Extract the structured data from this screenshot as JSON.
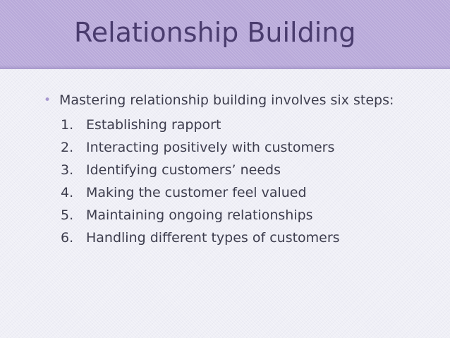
{
  "slide": {
    "title": "Relationship Building",
    "bullet": {
      "text": "Mastering relationship building involves six steps:"
    },
    "steps": [
      {
        "number": "1.",
        "text": "Establishing rapport"
      },
      {
        "number": "2.",
        "text": "Interacting positively with customers"
      },
      {
        "number": "3.",
        "text": "Identifying customers’ needs"
      },
      {
        "number": "4.",
        "text": "Making the customer feel valued"
      },
      {
        "number": "5.",
        "text": "Maintaining ongoing relationships"
      },
      {
        "number": "6.",
        "text": "Handling different types of customers"
      }
    ]
  },
  "colors": {
    "title_band": "#b8a9d9",
    "title_text": "#4a3c6e",
    "body_text": "#3d3d4d",
    "bullet": "#a898cf",
    "background": "#efeff6"
  }
}
